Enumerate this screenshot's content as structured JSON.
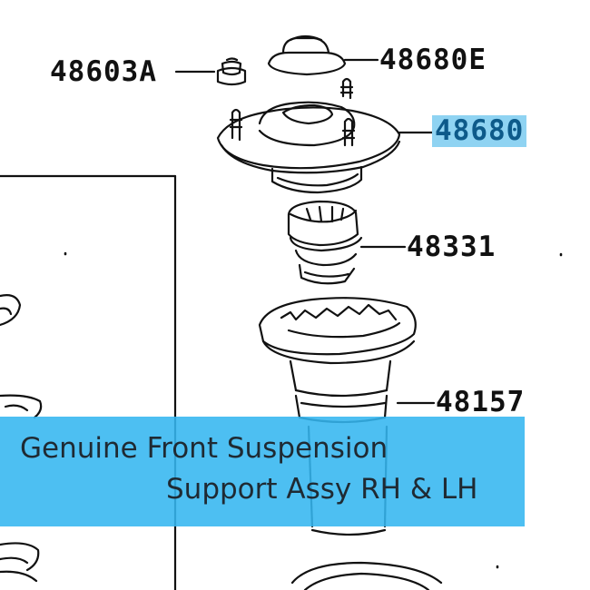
{
  "diagram": {
    "part_numbers": {
      "nut": "48603A",
      "cap": "48680E",
      "support_assy": "48680",
      "bumper": "48331",
      "insulator": "48157"
    },
    "highlighted_part": "48680",
    "colors": {
      "line": "#111111",
      "highlight_bg": "#8fd3f2",
      "highlight_text": "#0d5a8a",
      "banner": "#34b6f0"
    }
  },
  "banner": {
    "line1": "Genuine Front Suspension",
    "line2": "Support Assy RH & LH"
  }
}
